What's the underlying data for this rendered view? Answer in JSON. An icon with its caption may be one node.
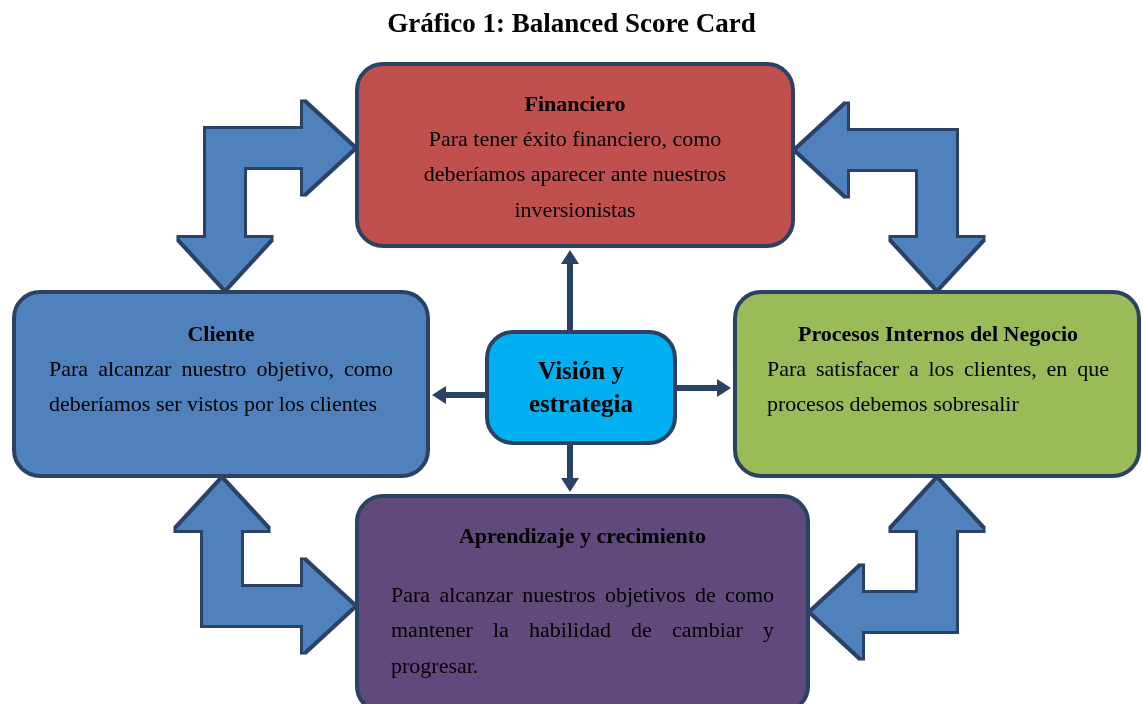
{
  "diagram": {
    "title": "Gráfico 1: Balanced Score Card",
    "nodes": [
      {
        "text": [
          "Financiero",
          "Para tener éxito financiero, como deberíamos aparecer ante nuestros inversionistas"
        ]
      },
      {
        "text": [
          "Cliente",
          "Para alcanzar nuestro objetivo, como deberíamos ser vistos por los clientes"
        ]
      },
      {
        "text": [
          "Visión y estrategia"
        ]
      },
      {
        "text": [
          "Procesos Internos del Negocio",
          "Para satisfacer a los clientes, en que procesos debemos sobresalir"
        ]
      },
      {
        "text": [
          "Aprendizaje y crecimiento",
          "Para alcanzar nuestros objetivos de como mantener la habilidad de cambiar y progresar."
        ]
      }
    ],
    "edges": [
      {
        "from": 2,
        "to": 0,
        "arrow": "to"
      },
      {
        "from": 2,
        "to": 1,
        "arrow": "to"
      },
      {
        "from": 2,
        "to": 3,
        "arrow": "to"
      },
      {
        "from": 2,
        "to": 4,
        "arrow": "to"
      },
      {
        "from": 1,
        "to": 0,
        "arrow": "both",
        "style": "thick",
        "color": "#4f81bd"
      },
      {
        "from": 0,
        "to": 3,
        "arrow": "both",
        "style": "thick",
        "color": "#4f81bd"
      },
      {
        "from": 1,
        "to": 4,
        "arrow": "both",
        "style": "thick",
        "color": "#4f81bd"
      },
      {
        "from": 3,
        "to": 4,
        "arrow": "both",
        "style": "thick",
        "color": "#4f81bd"
      }
    ]
  }
}
